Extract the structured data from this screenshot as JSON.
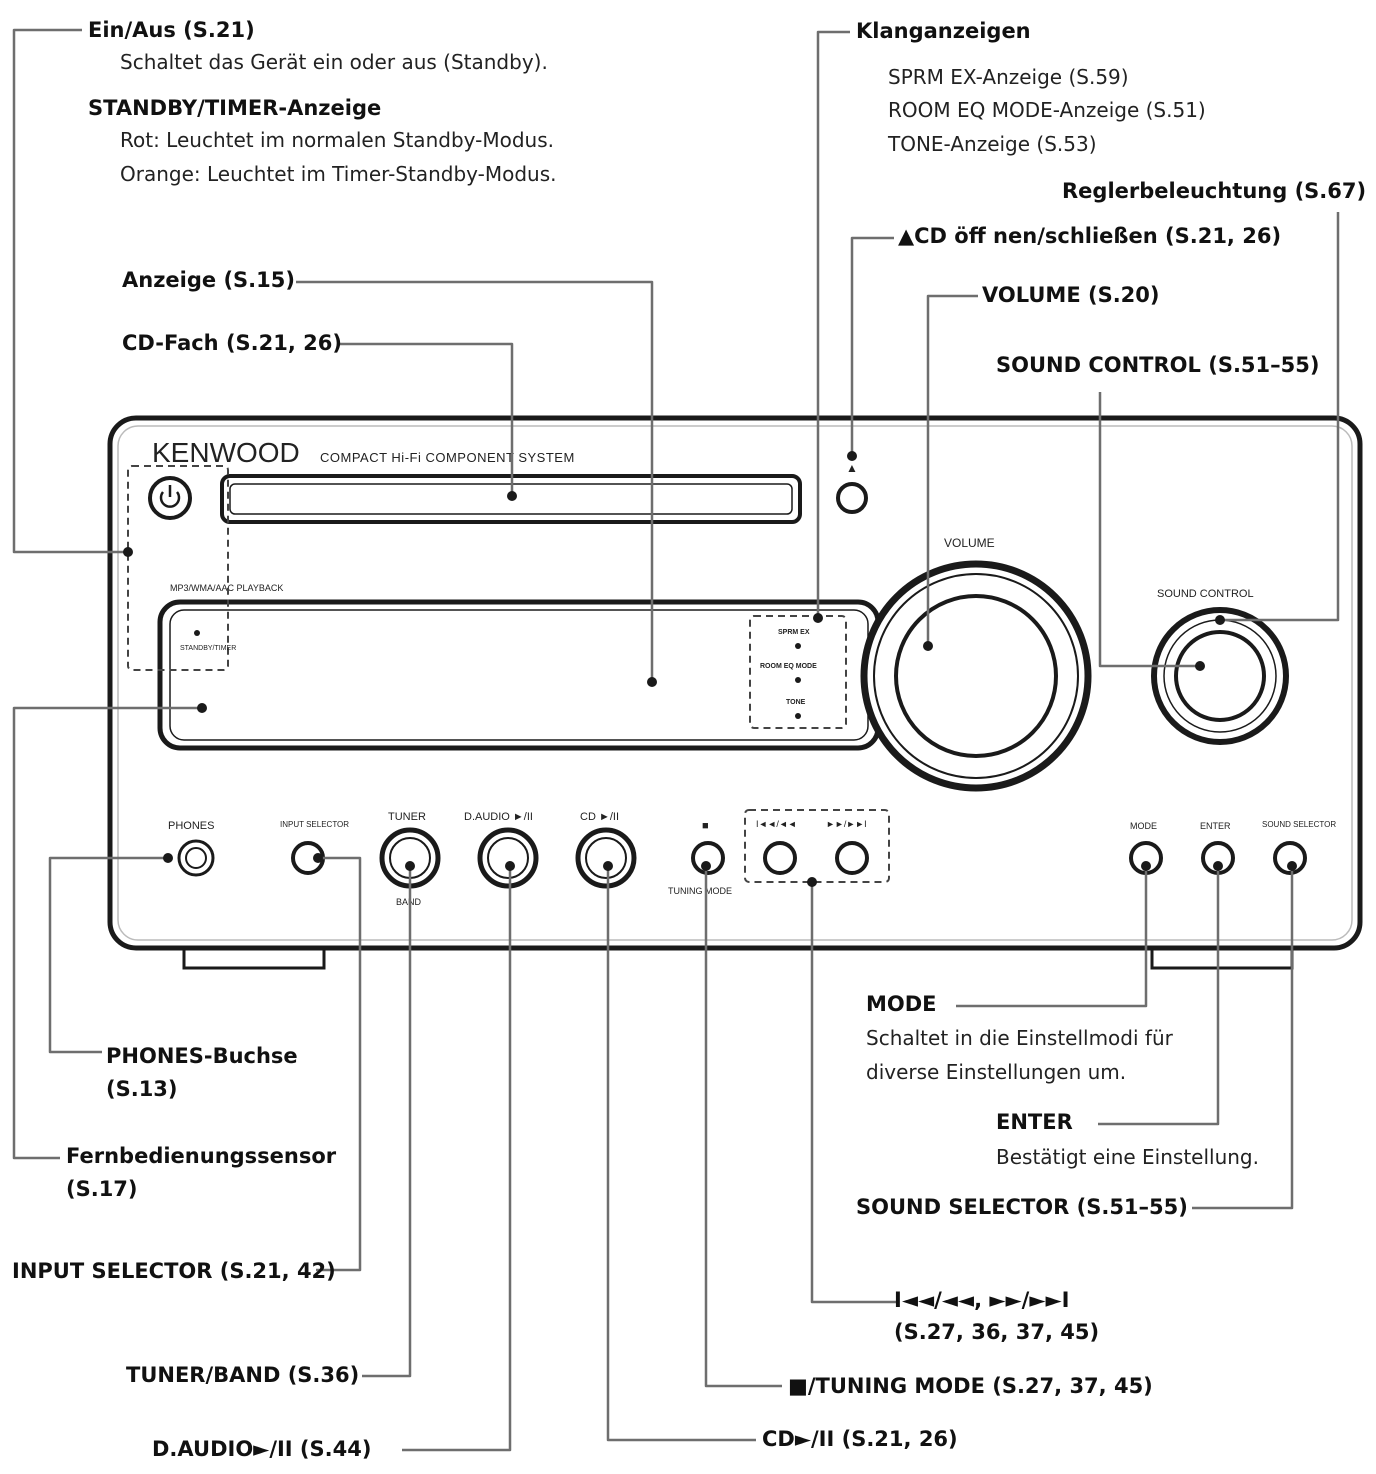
{
  "device": {
    "brand": "KENWOOD",
    "subtitle": "COMPACT Hi-Fi COMPONENT SYSTEM",
    "playback_label": "MP3/WMA/AAC PLAYBACK",
    "standby_label": "STANDBY/TIMER",
    "ind_sprm": "SPRM EX",
    "ind_room": "ROOM EQ MODE",
    "ind_tone": "TONE",
    "volume_label": "VOLUME",
    "sound_control_label": "SOUND CONTROL",
    "phones_label": "PHONES",
    "input_selector_label": "INPUT SELECTOR",
    "tuner_label": "TUNER",
    "band_label": "BAND",
    "daudio_label": "D.AUDIO ►/II",
    "cd_label": "CD ►/II",
    "stop_label": "■",
    "tuning_mode_label": "TUNING MODE",
    "prev_label": "I◄◄/◄◄",
    "next_label": "►►/►►I",
    "mode_label": "MODE",
    "enter_label": "ENTER",
    "sound_selector_label": "SOUND SELECTOR",
    "eject_symbol": "▲"
  },
  "callouts": {
    "power": {
      "title": "Ein/Aus (S.21)",
      "desc": "Schaltet das Gerät ein oder aus (Standby)."
    },
    "standby": {
      "title": "STANDBY/TIMER-Anzeige",
      "desc1": "Rot: Leuchtet im normalen Standby-Modus.",
      "desc2": "Orange: Leuchtet im Timer-Standby-Modus."
    },
    "display": "Anzeige (S.15)",
    "cd_tray": "CD-Fach (S.21, 26)",
    "sound_indicators": {
      "title": "Klanganzeigen",
      "line1": "SPRM EX-Anzeige (S.59)",
      "line2": "ROOM EQ MODE-Anzeige (S.51)",
      "line3": "TONE-Anzeige (S.53)"
    },
    "illumination": "Reglerbeleuchtung (S.67)",
    "eject": "▲CD öff nen/schließen (S.21, 26)",
    "volume": "VOLUME (S.20)",
    "sound_control": "SOUND CONTROL (S.51–55)",
    "phones": {
      "line1": "PHONES-Buchse",
      "line2": "(S.13)"
    },
    "remote_sensor": {
      "line1": "Fernbedienungssensor",
      "line2": "(S.17)"
    },
    "input_selector": "INPUT SELECTOR (S.21, 42)",
    "tuner_band": "TUNER/BAND (S.36)",
    "daudio": "D.AUDIO►/II (S.44)",
    "mode": {
      "title": "MODE",
      "desc1": "Schaltet in die Einstellmodi für",
      "desc2": "diverse Einstellungen um."
    },
    "enter": {
      "title": "ENTER",
      "desc": "Bestätigt eine Einstellung."
    },
    "sound_selector": "SOUND SELECTOR (S.51–55)",
    "skip": {
      "line1": "I◄◄/◄◄, ►►/►►I",
      "line2": "(S.27, 36, 37, 45)"
    },
    "stop_tuning": "■/TUNING MODE (S.27, 37, 45)",
    "cd_play": "CD►/II (S.21, 26)"
  },
  "colors": {
    "line": "#6e6e6e",
    "device": "#1a1a1a",
    "text": "#111111"
  }
}
